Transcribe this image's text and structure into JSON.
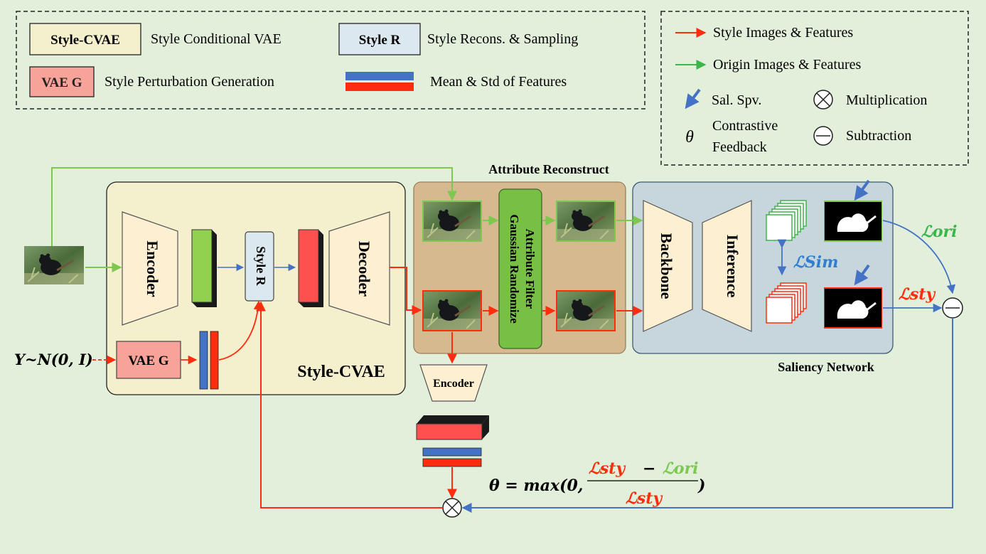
{
  "legend_left": {
    "style_cvae_tag": "Style-CVAE",
    "style_cvae_desc": "Style Conditional VAE",
    "style_r_tag": "Style R",
    "style_r_desc": "Style Recons. & Sampling",
    "vae_g_tag": "VAE G",
    "vae_g_desc": "Style Perturbation Generation",
    "mean_std_desc": "Mean & Std of Features"
  },
  "legend_right": {
    "style_arrow_desc": "Style Images & Features",
    "origin_arrow_desc": "Origin Images & Features",
    "sal_spv_desc": "Sal. Spv.",
    "multiplication_desc": "Multiplication",
    "theta_symbol": "θ",
    "contrastive_line1": "Contrastive",
    "contrastive_line2": "Feedback",
    "subtraction_desc": "Subtraction"
  },
  "diagram": {
    "input_noise": "Y~N(0, I)",
    "encoder_label": "Encoder",
    "style_r_label": "Style R",
    "decoder_label": "Decoder",
    "vae_g_label": "VAE G",
    "style_cvae_label": "Style-CVAE",
    "attribute_reconstruct_title": "Attribute Reconstruct",
    "filter_line1": "Gaussian Randomize",
    "filter_line2": "Attribute Filter",
    "encoder_small_label": "Encoder",
    "backbone_label": "Backbone",
    "inference_label": "Inference",
    "loss_sim": "ℒSim",
    "loss_ori": "ℒori",
    "loss_sty": "ℒsty",
    "saliency_network_label": "Saliency Network",
    "formula_left": "θ = max(0,",
    "formula_num_sty": "ℒsty",
    "formula_minus": "−",
    "formula_num_ori": "ℒori",
    "formula_den_sty": "ℒsty",
    "formula_right": ")"
  },
  "colors": {
    "background": "#e2efda",
    "style_arrow": "#ff2d10",
    "origin_arrow": "#7ec852",
    "feedback_arrow": "#4472c4",
    "style_cvae_fill": "#f4efcc",
    "attribute_fill": "#d6b98f",
    "saliency_fill": "#c6d6dc",
    "filter_fill": "#77c043",
    "vae_g_fill": "#f7a39a",
    "style_r_fill": "#dce8ef",
    "trapezoid_fill": "#fcefd2"
  },
  "icons": {
    "multiplication": "circle-times-icon",
    "subtraction": "circle-minus-icon",
    "sal_spv": "blue-arrow-icon"
  }
}
